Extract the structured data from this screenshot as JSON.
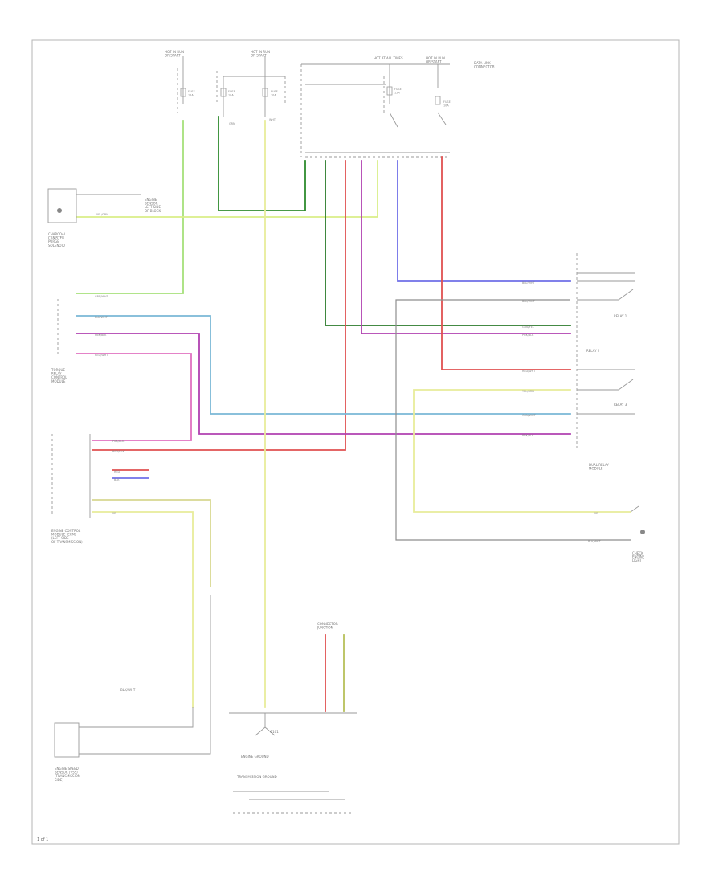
{
  "page_label": "1 of 1",
  "components": {
    "top_left_fuse_label": "HOT IN RUN\nOR START",
    "top_mid_fuse_label": "HOT IN RUN\nOR START",
    "top_right_fuse_label": "HOT AT ALL TIMES",
    "far_right_fuse_label": "HOT IN RUN\nOR START",
    "fuse_a": "FUSE\n15A",
    "fuse_b": "FUSE\n10A",
    "fuse_c": "FUSE\n10A",
    "fuse_d": "FUSE\n15A",
    "fuse_e": "FUSE\n10A",
    "pump_motor": "CHARCOAL\nCANISTER\nPURGE\nSOLENOID",
    "switch_left": "ENGINE\nSENSOR\nLEFT SIDE\nOF BLOCK",
    "switch_mid": "TORQUE\nRELAY\nCONTROL\nMODULE",
    "ecm": "ENGINE CONTROL\nMODULE (ECM)\n(LEFT SIDE\nOF TRANSMISSION)",
    "sensor_bottom": "ENGINE SPEED\nSENSOR (VSS)\n(TRANSMISSION\nSIDE)",
    "relay_block": "DUAL RELAY\nMODULE",
    "relay_1": "RELAY 1",
    "relay_2": "RELAY 2",
    "relay_3": "RELAY 3",
    "right_sensor": "CHECK\nENGINE\nLIGHT",
    "ground": "G101",
    "bottom_caption": "ENGINE GROUND",
    "bottom_caption2": "TRANSMISSION GROUND",
    "canister_label": "CONNECTOR\nJUNCTION",
    "diag_connector": "DATA LINK\nCONNECTOR"
  },
  "wires": {
    "yel_grn": "YEL/GRN",
    "grn_wht": "GRN/WHT",
    "grn_yel": "GRN/YEL",
    "blu_wht": "BLU/WHT",
    "pnk_blk": "PNK/BLK",
    "red_wht": "RED/WHT",
    "blk_wht": "BLK/WHT",
    "yel": "YEL",
    "red": "RED",
    "grn": "GRN",
    "blk": "BLK",
    "wht": "WHT",
    "red_blk": "RED/BLK"
  },
  "colors": {
    "green": "#2e8b2e",
    "light_green": "#a6e07a",
    "yellow_green": "#d9ee88",
    "light_yellow": "#e8ec9a",
    "red": "#e05050",
    "blue": "#6f6fe8",
    "teal": "#7ab8d6",
    "purple": "#b040b0",
    "pink": "#e070c0",
    "dark_green": "#2a7a2a",
    "gray": "#888888"
  }
}
